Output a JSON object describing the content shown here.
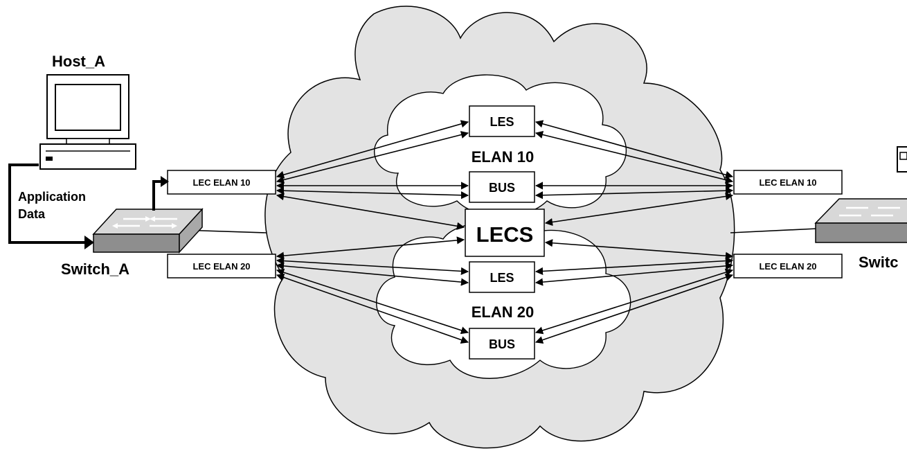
{
  "hosts": {
    "host_a": "Host_A"
  },
  "notes": {
    "application_line1": "Application",
    "application_line2": "Data"
  },
  "switches": {
    "left": "Switch_A",
    "right_partial": "Switc"
  },
  "lec": {
    "left_elan10": "LEC ELAN 10",
    "left_elan20": "LEC ELAN 20",
    "right_elan10": "LEC ELAN 10",
    "right_elan20": "LEC ELAN 20"
  },
  "services": {
    "lecs": "LECS",
    "les10": "LES",
    "bus10": "BUS",
    "les20": "LES",
    "bus20": "BUS"
  },
  "elans": {
    "elan10": "ELAN 10",
    "elan20": "ELAN 20"
  },
  "colors": {
    "cloud_fill": "#e3e3e3",
    "switch_top": "#d8d8d8",
    "switch_side": "#8e8e8e",
    "line": "#000000"
  }
}
